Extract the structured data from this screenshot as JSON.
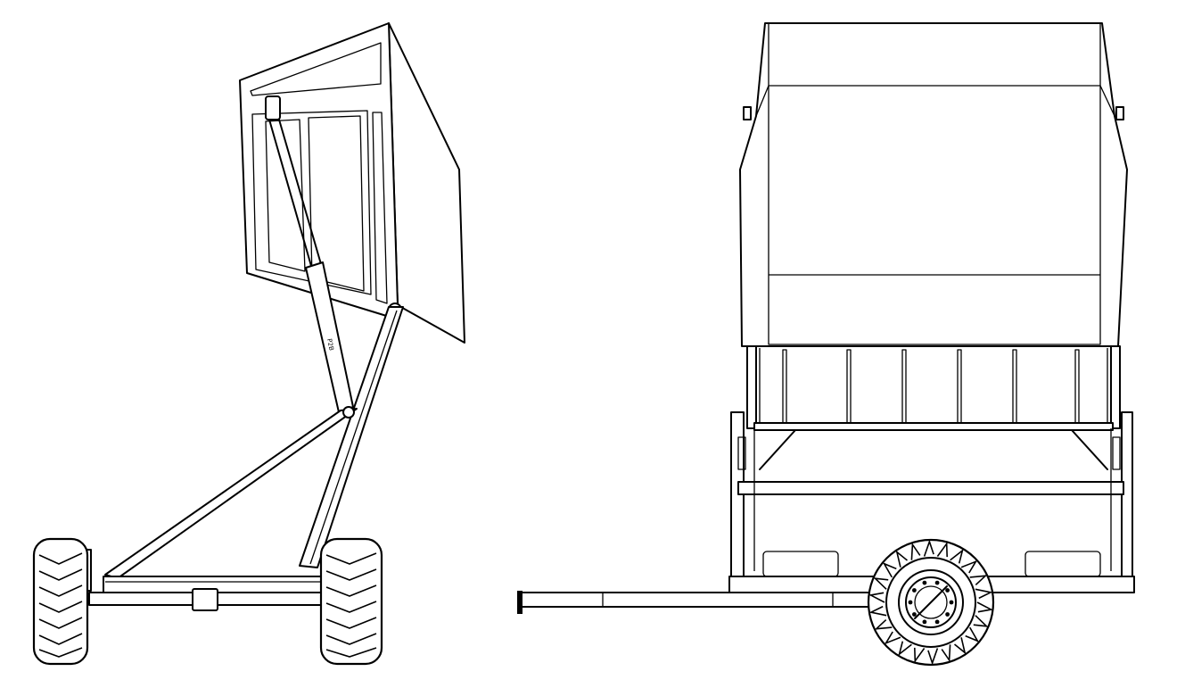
{
  "figure": {
    "views": [
      {
        "id": "side-view-tipped",
        "cylinder_marking": "P2B"
      },
      {
        "id": "rear-view"
      }
    ],
    "colors": {
      "line": "#000000",
      "background": "#ffffff"
    }
  }
}
